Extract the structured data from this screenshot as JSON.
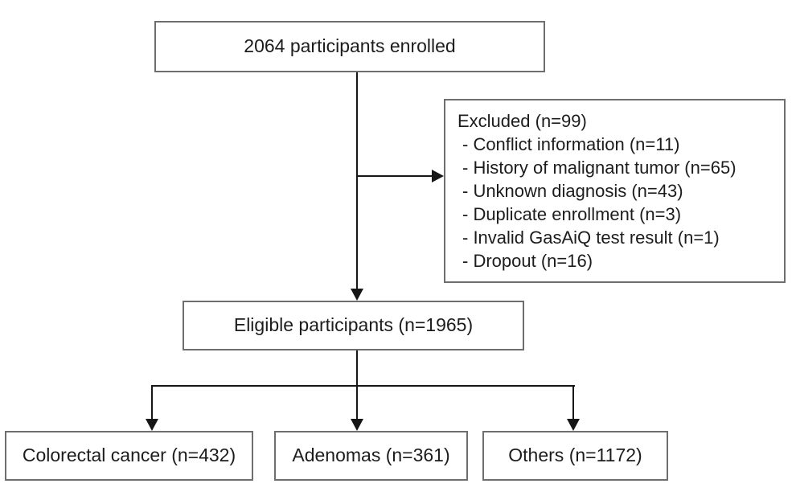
{
  "diagram": {
    "type": "participant-flowchart",
    "colors": {
      "background": "#ffffff",
      "box_border": "#6e6e6e",
      "connector": "#161616",
      "text": "#1c1c1c"
    },
    "nodes": {
      "enrolled": {
        "label": "2064 participants enrolled"
      },
      "excluded": {
        "title": "Excluded (n=99)",
        "items": [
          "- Conflict information (n=11)",
          "- History of malignant tumor (n=65)",
          "- Unknown diagnosis (n=43)",
          "- Duplicate enrollment (n=3)",
          "- Invalid GasAiQ test result (n=1)",
          "- Dropout (n=16)"
        ]
      },
      "eligible": {
        "label": "Eligible participants (n=1965)"
      },
      "colorectal": {
        "label": "Colorectal cancer (n=432)"
      },
      "adenomas": {
        "label": "Adenomas (n=361)"
      },
      "others": {
        "label": "Others (n=1172)"
      }
    },
    "edges": [
      {
        "from": "enrolled",
        "to": "eligible",
        "style": "arrow"
      },
      {
        "from": "enrolled",
        "to": "excluded",
        "style": "arrow"
      },
      {
        "from": "eligible",
        "to": "colorectal",
        "style": "arrow"
      },
      {
        "from": "eligible",
        "to": "adenomas",
        "style": "arrow"
      },
      {
        "from": "eligible",
        "to": "others",
        "style": "arrow"
      }
    ]
  }
}
